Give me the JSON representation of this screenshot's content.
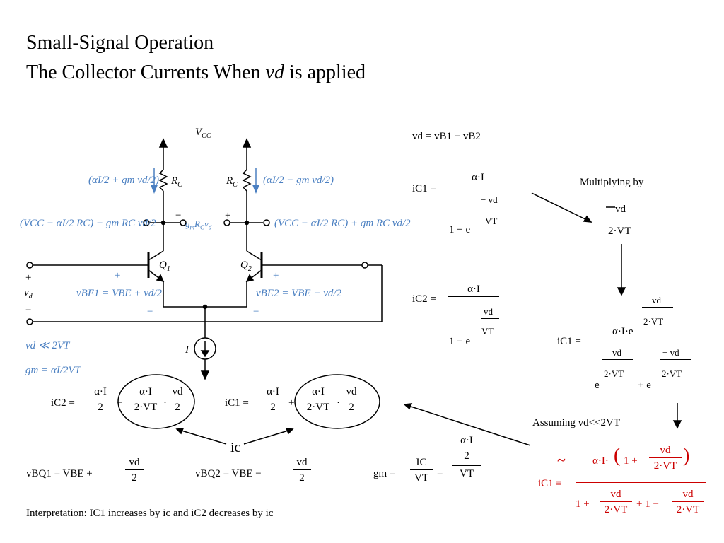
{
  "title": {
    "line1": "Small-Signal Operation",
    "line2_prefix": "The Collector Currents When ",
    "line2_var": "vd",
    "line2_suffix": " is applied"
  },
  "circuit": {
    "vcc": "V",
    "vcc_sub": "CC",
    "rc_left": "R",
    "rc_right": "R",
    "rc_sub": "C",
    "q1": "Q",
    "q1_sub": "1",
    "q2": "Q",
    "q2_sub": "2",
    "i_source": "I",
    "plus": "+",
    "minus": "−",
    "vd_label": "v",
    "vd_sub": "d",
    "gm_rc_vd": "g",
    "left_current": "(αI/2 + gm vd/2)",
    "right_current": "(αI/2 − gm vd/2)",
    "left_node": "(VCC − αI/2 RC) − gm RC vd/2",
    "right_node": "(VCC − αI/2 RC) + gm RC vd/2",
    "vbe1": "vBE1 = VBE + vd/2",
    "vbe2": "vBE2 = VBE − vd/2",
    "cond1": "vd ≪ 2VT",
    "cond2": "gm = αI/2VT"
  },
  "equations": {
    "vd_def": "vd = vB1 − vB2",
    "ic1_lhs": "iC1 =",
    "ic2_lhs": "iC2 =",
    "alpha_i": "α·I",
    "one_plus_e": "1 + e",
    "minus_vd": "− vd",
    "vd": "vd",
    "vt": "VT",
    "multiplying_by": "Multiplying by",
    "mult_factor_num": "vd",
    "mult_factor_den": "2·VT",
    "alpha_i_e": "α·I·e",
    "two_vt": "2·VT",
    "e": "e",
    "plus_e": "+ e",
    "assuming": "Assuming vd<<2VT",
    "ic2_result_lhs": "iC2 =",
    "ic1_result_lhs": "iC1 =",
    "two": "2",
    "minus_sign": "−",
    "plus_sign": "+",
    "dot": "·",
    "ic_label": "ic",
    "vbq1": "vBQ1 = VBE +",
    "vbq2": "vBQ2 = VBE −",
    "gm_lhs": "gm =",
    "ic_cap": "IC",
    "equals": "=",
    "approx_lhs": "iC1 ≡",
    "tilde": "~",
    "alpha_i_dot": "α·I·",
    "one_plus": "1 +",
    "plus_one_minus": "+ 1 −",
    "one_plus_small": "1 +"
  },
  "interpretation": "Interpretation: IC1 increases by ic and iC2 decreases by ic",
  "colors": {
    "accent_blue": "#4a7fc1",
    "accent_red": "#cc0000"
  }
}
